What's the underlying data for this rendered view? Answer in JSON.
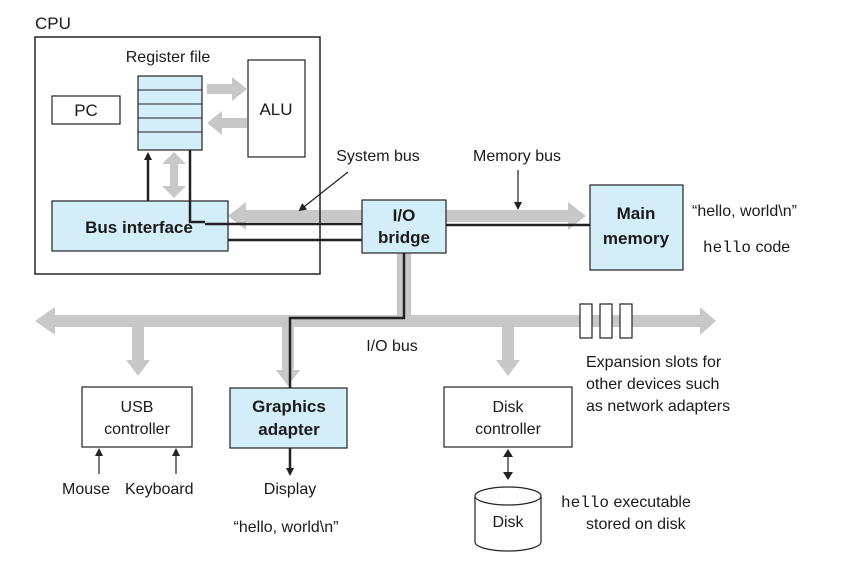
{
  "cpu": {
    "label": "CPU",
    "register_file": "Register file",
    "pc": "PC",
    "alu": "ALU",
    "bus_interface": "Bus interface"
  },
  "buses": {
    "system_bus": "System bus",
    "memory_bus": "Memory bus",
    "io_bus": "I/O bus"
  },
  "io_bridge": {
    "line1": "I/O",
    "line2": "bridge"
  },
  "main_memory": {
    "line1": "Main",
    "line2": "memory",
    "string_value": "“hello, world\\n”",
    "code_mono": "hello",
    "code_suffix": " code"
  },
  "expansion": {
    "line1": "Expansion slots for",
    "line2": "other devices such",
    "line3": "as network adapters"
  },
  "usb": {
    "line1": "USB",
    "line2": "controller",
    "mouse": "Mouse",
    "keyboard": "Keyboard"
  },
  "graphics": {
    "line1": "Graphics",
    "line2": "adapter",
    "display": "Display",
    "output": "“hello, world\\n”"
  },
  "disk_controller": {
    "line1": "Disk",
    "line2": "controller"
  },
  "disk": {
    "label": "Disk",
    "note_mono": "hello",
    "note_suffix": " executable",
    "note_line2": "stored on disk"
  },
  "colors": {
    "highlight_fill": "#d4eef9",
    "bus_gray": "#c8c8c8",
    "stroke": "#222222"
  }
}
